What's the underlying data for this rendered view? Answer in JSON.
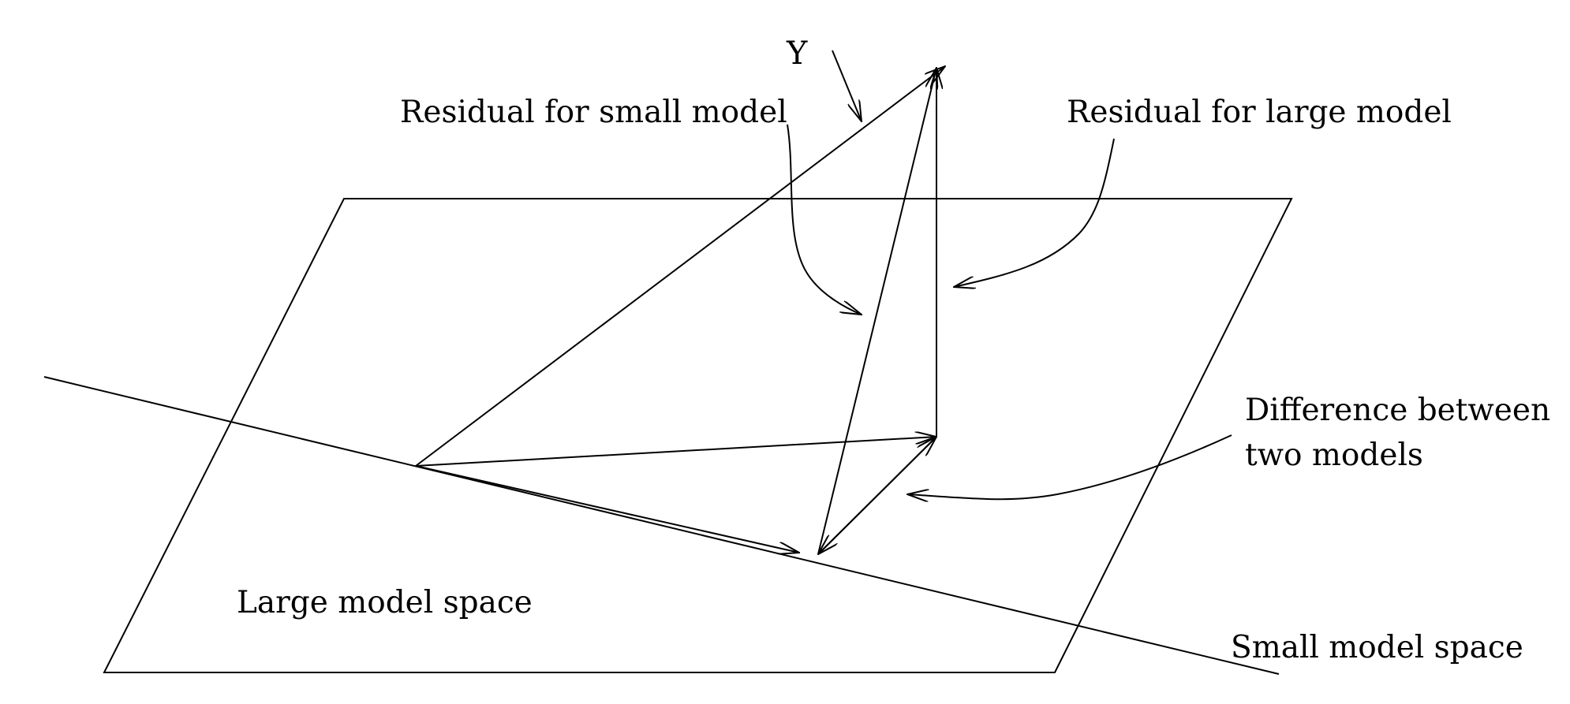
{
  "diagram": {
    "labels": {
      "y": "Y",
      "residual_small": "Residual for small  model",
      "residual_large": "Residual for large model",
      "difference_line1": "Difference between",
      "difference_line2": "two models",
      "large_space": "Large model space",
      "small_space": "Small model space"
    },
    "colors": {
      "line": "#000000",
      "background": "#ffffff"
    }
  }
}
